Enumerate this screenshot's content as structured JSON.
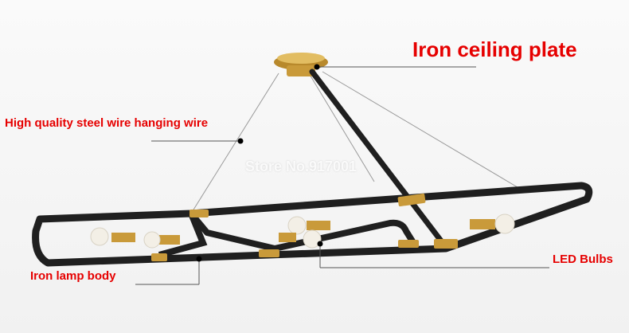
{
  "callouts": {
    "ceiling_plate": "Iron ceiling plate",
    "steel_wire": "High quality steel wire hanging wire",
    "lamp_body": "Iron lamp body",
    "bulbs": "LED Bulbs"
  },
  "watermark": "Store No.917001",
  "colors": {
    "label": "#e60000",
    "frame": "#1f1f1f",
    "brass": "#c99a3a",
    "bulb": "#f3efe6"
  }
}
